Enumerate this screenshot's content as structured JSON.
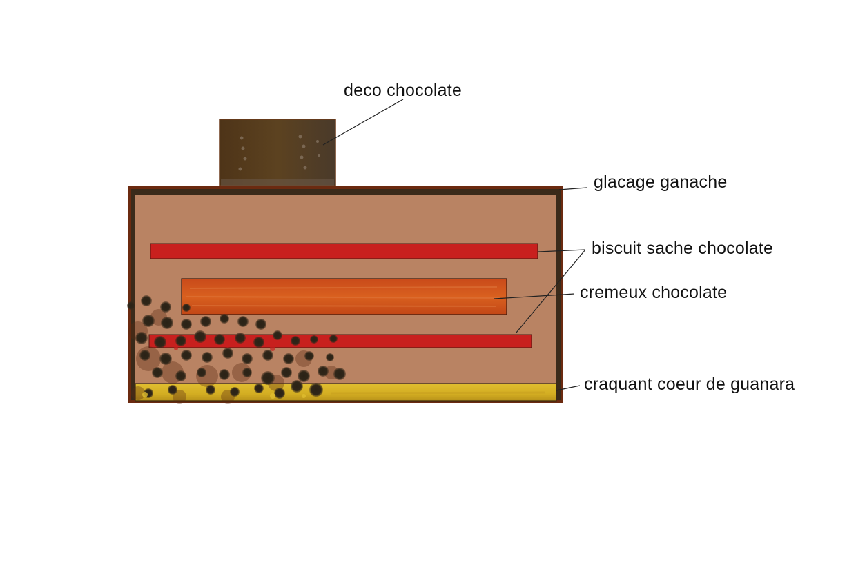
{
  "diagram": {
    "labels": {
      "deco": "deco chocolate",
      "glacage": "glacage ganache",
      "biscuit": "biscuit sache chocolate",
      "cremeux": "cremeux chocolate",
      "craquant": "craquant coeur de guanara"
    },
    "colors": {
      "glacage_border": "#4a2a14",
      "mousse": "#b98363",
      "biscuit": "#c8201e",
      "cremeux": "#d0551e",
      "craquant": "#d8b325",
      "deco": "#5a3f1f",
      "leader_line": "#222222"
    }
  }
}
